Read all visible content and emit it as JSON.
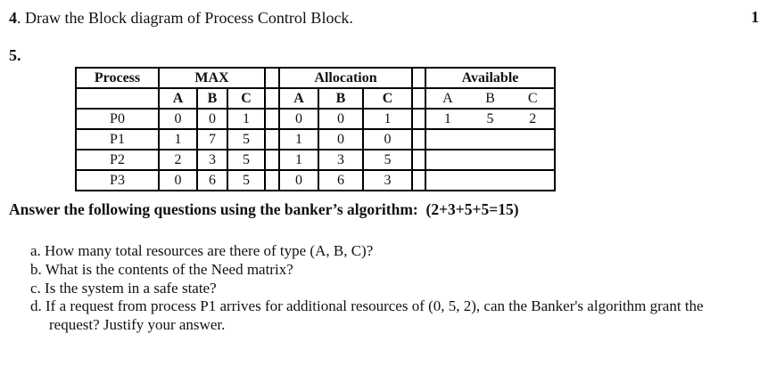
{
  "q4": {
    "number": "4",
    "text": ". Draw the Block diagram of Process Control Block.",
    "marks": "1"
  },
  "q5": {
    "number": "5."
  },
  "table": {
    "col_groups": [
      {
        "label": "Process",
        "cols": []
      },
      {
        "label": "MAX",
        "cols": [
          "A",
          "B",
          "C"
        ]
      },
      {
        "label": "Allocation",
        "cols": [
          "A",
          "B",
          "C"
        ]
      },
      {
        "label": "Available",
        "cols": [
          "A",
          "B",
          "C"
        ]
      }
    ],
    "rows": [
      {
        "process": "P0",
        "max": [
          "0",
          "0",
          "1"
        ],
        "alloc": [
          "0",
          "0",
          "1"
        ],
        "avail": [
          "1",
          "5",
          "2"
        ]
      },
      {
        "process": "P1",
        "max": [
          "1",
          "7",
          "5"
        ],
        "alloc": [
          "1",
          "0",
          "0"
        ],
        "avail": [
          "",
          "",
          ""
        ]
      },
      {
        "process": "P2",
        "max": [
          "2",
          "3",
          "5"
        ],
        "alloc": [
          "1",
          "3",
          "5"
        ],
        "avail": [
          "",
          "",
          ""
        ]
      },
      {
        "process": "P3",
        "max": [
          "0",
          "6",
          "5"
        ],
        "alloc": [
          "0",
          "6",
          "3"
        ],
        "avail": [
          "",
          "",
          ""
        ]
      }
    ]
  },
  "heading": "Answer the following questions using the banker’s algorithm:  (2+3+5+5=15)",
  "questions": [
    "a. How many total resources are there of type (A, B, C)?",
    "b. What is the contents of the Need matrix?",
    "c. Is the system in a safe state?",
    "d. If a request from process P1 arrives for additional resources of (0, 5, 2), can the Banker's algorithm grant the\nrequest? Justify your answer."
  ],
  "colors": {
    "text": "#111111",
    "table_border": "#000000",
    "background": "#ffffff"
  }
}
